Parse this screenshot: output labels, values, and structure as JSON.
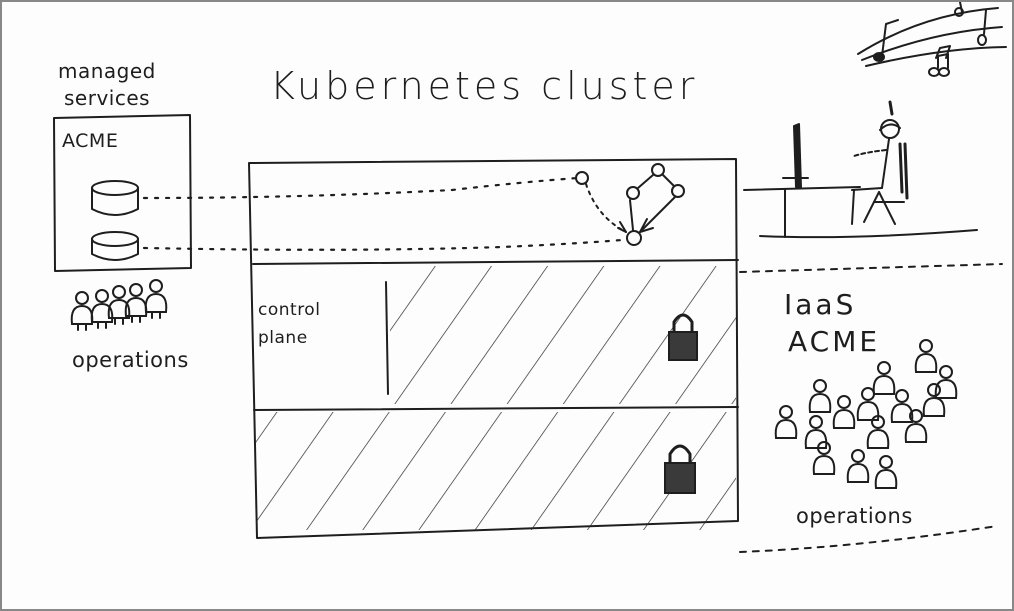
{
  "diagram": {
    "title": "Kubernetes cluster",
    "managed_services": {
      "heading_line1": "managed",
      "heading_line2": "services",
      "provider_label": "ACME",
      "operations_label": "operations"
    },
    "cluster": {
      "control_plane_line1": "control",
      "control_plane_line2": "plane"
    },
    "iaas": {
      "label": "IaaS",
      "provider_label": "ACME",
      "operations_label": "operations"
    }
  }
}
